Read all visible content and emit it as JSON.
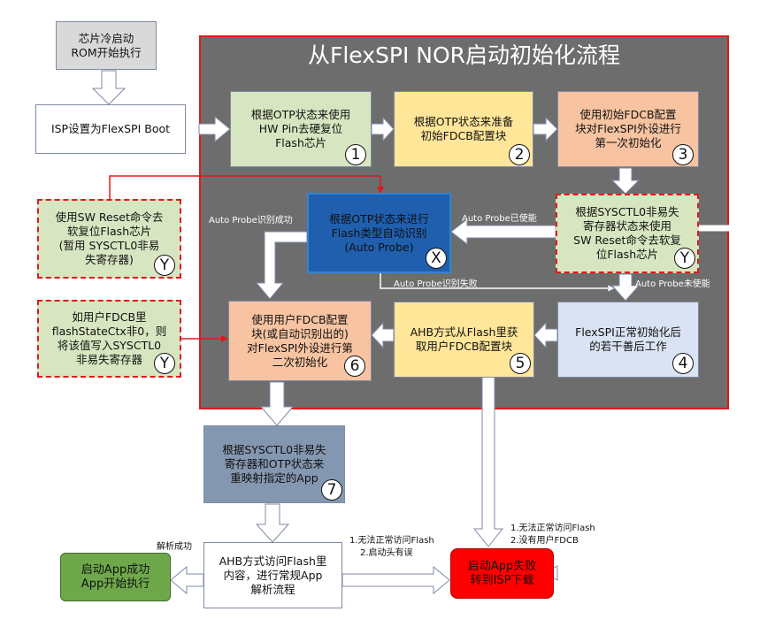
{
  "title": "从FlexSPI NOR启动初始化流程",
  "colors": {
    "panel": "#6d6d6d",
    "panel_border": "#e0191b",
    "gray": "#d9d9d9",
    "green": "#d7e6c0",
    "yellow": "#ffe699",
    "orange": "#f7c3a1",
    "blue": "#1f5fae",
    "lightblue": "#dae3f3",
    "slate": "#8497b0",
    "appgreen": "#6fa84a",
    "red": "#ff0000"
  },
  "nodes": {
    "cold_boot": "芯片冷启动\nROM开始执行",
    "isp_boot": "ISP设置为FlexSPI Boot",
    "step1": "根据OTP状态来使用\nHW Pin去硬复位\nFlash芯片",
    "step2": "根据OTP状态来准备\n初始FDCB配置块",
    "step3": "使用初始FDCB配置\n块对FlexSPI外设进行\n第一次初始化",
    "stepX": "根据OTP状态来进行\nFlash类型自动识别\n(Auto Probe)",
    "stepY1": "根据SYSCTL0非易失\n寄存器状态来使用\nSW Reset命令去软复\n位Flash芯片",
    "sideY1": "使用SW Reset命令去\n软复位Flash芯片\n(暂用 SYSCTL0非易\n失寄存器)",
    "sideY2": "如用户FDCB里\nflashStateCtx非0，则\n将该值写入SYSCTL0\n非易失寄存器",
    "step4": "FlexSPI正常初始化后\n的若干善后工作",
    "step5": "AHB方式从Flash里获\n取用户FDCB配置块",
    "step6": "使用用户FDCB配置\n块(或自动识别出的)\n对FlexSPI外设进行第\n二次初始化",
    "step7": "根据SYSCTL0非易失\n寄存器和OTP状态来\n重映射指定的App",
    "ahb_access": "AHB方式访问Flash里\n内容，进行常规App\n解析流程",
    "app_success": "启动App成功\nApp开始执行",
    "app_fail": "启动App失败\n转到ISP下载"
  },
  "badges": {
    "n1": "1",
    "n2": "2",
    "n3": "3",
    "n4": "4",
    "n5": "5",
    "n6": "6",
    "n7": "7",
    "x": "X",
    "y1": "Y",
    "y2": "Y",
    "y3": "Y"
  },
  "labels": {
    "probe_success": "Auto Probe识别成功",
    "probe_enabled": "Auto Probe已使能",
    "probe_fail": "Auto Probe识别失败",
    "probe_disabled": "Auto Probe未使能",
    "parse_ok": "解析成功",
    "fail_a1": "1.无法正常访问Flash",
    "fail_a2": "2.启动头有误",
    "fail_b1": "1.无法正常访问Flash",
    "fail_b2": "2.没有用户FDCB"
  }
}
